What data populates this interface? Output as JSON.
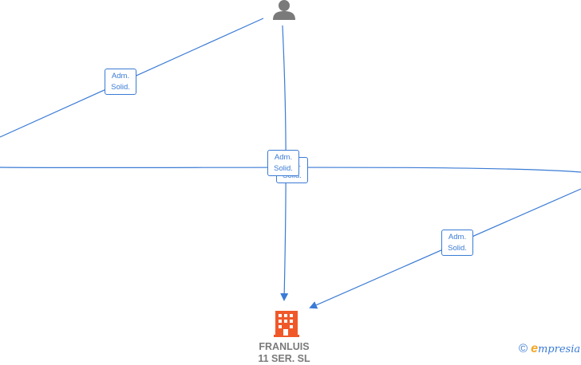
{
  "company": {
    "name_line1": "FRANLUIS",
    "name_line2": "11 SER. SL",
    "icon": "building-icon",
    "color": "#f0582a"
  },
  "person": {
    "icon": "person-icon",
    "color": "#7a7a7a"
  },
  "edges": [
    {
      "role_line1": "Adm.",
      "role_line2": "Solid."
    },
    {
      "role_line1": "Adm.",
      "role_line2": "Solid."
    },
    {
      "role_line1": "Adm.",
      "role_line2": "Solid."
    },
    {
      "role_line1": "Adm.",
      "role_line2": "Solid."
    }
  ],
  "brand": {
    "copyright": "©",
    "e": "e",
    "rest": "mpresia"
  },
  "colors": {
    "edge": "#3a7bd5",
    "label": "#7a7a7a"
  }
}
